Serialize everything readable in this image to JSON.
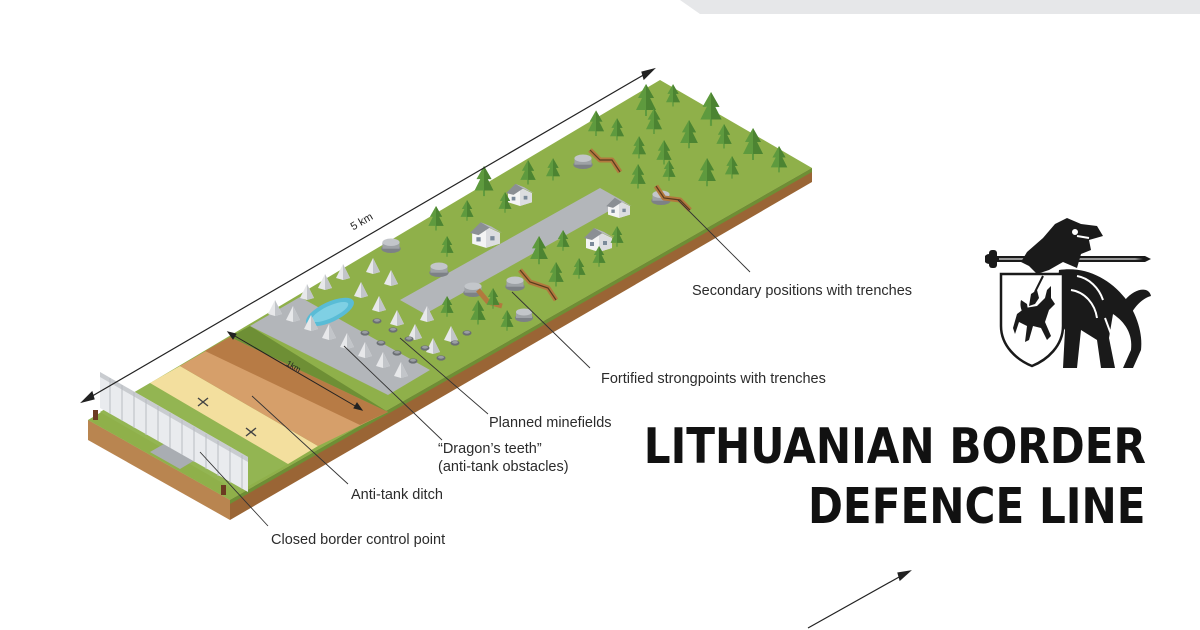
{
  "title": {
    "line1": "LITHUANIAN BORDER",
    "line2": "DEFENCE LINE"
  },
  "diagram": {
    "length_label": "5 km",
    "ditch_width_label": "1km",
    "callouts": [
      {
        "id": "secondary",
        "text": "Secondary positions with trenches"
      },
      {
        "id": "fortified",
        "text": "Fortified strongpoints with trenches"
      },
      {
        "id": "minefields",
        "text": "Planned minefields"
      },
      {
        "id": "dragons_teeth",
        "text": "“Dragon’s teeth”"
      },
      {
        "id": "dragons_teeth_sub",
        "text": "(anti-tank obstacles)"
      },
      {
        "id": "ditch",
        "text": "Anti-tank ditch"
      },
      {
        "id": "border_point",
        "text": "Closed border control point"
      }
    ]
  },
  "colors": {
    "grass": "#8fb04a",
    "grass_dark": "#6e8f35",
    "soil": "#c9915a",
    "soil_dark": "#9e6a3a",
    "road": "#b3b6ba",
    "tree": "#5e9a3e",
    "water": "#59bcd6",
    "ink": "#2b2b2b"
  },
  "icon": "coat-of-arms-vytis-wolf-icon"
}
